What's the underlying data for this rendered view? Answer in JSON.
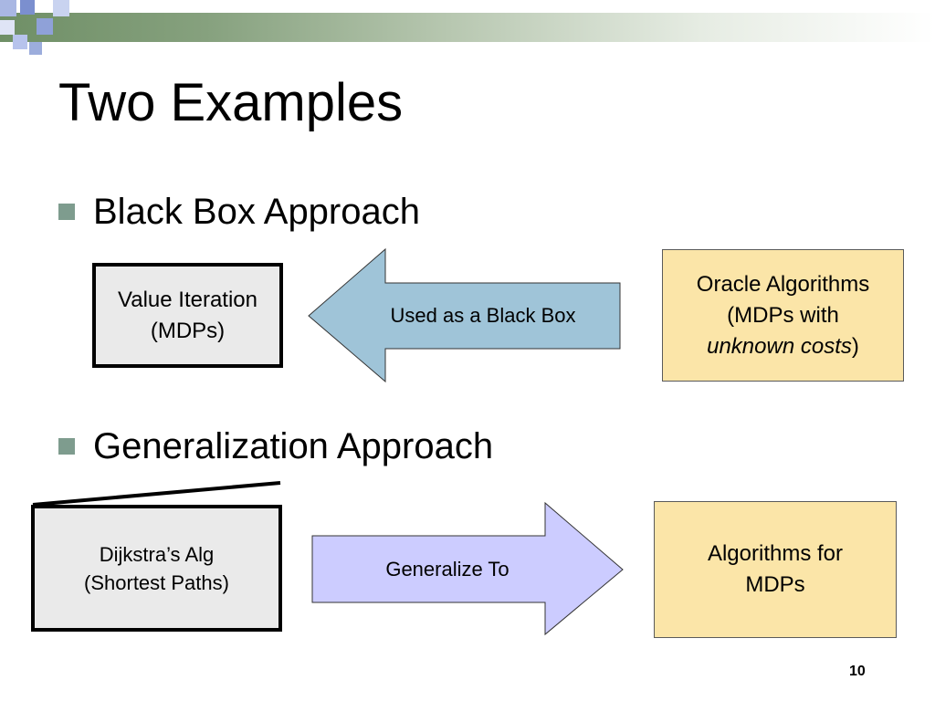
{
  "slide": {
    "title": "Two Examples",
    "page_number": "10"
  },
  "bullets": [
    {
      "label": "Black Box Approach",
      "source_box": {
        "line1": "Value Iteration",
        "line2": "(MDPs)"
      },
      "arrow_label": "Used as a Black Box",
      "target_box": {
        "line1": "Oracle Algorithms",
        "line2": "(MDPs with",
        "line3_italic": "unknown costs",
        "line3_suffix": ")"
      }
    },
    {
      "label": "Generalization Approach",
      "source_box": {
        "line1": "Dijkstra’s Alg",
        "line2": "(Shortest Paths)"
      },
      "arrow_label": "Generalize To",
      "target_box": {
        "line1": "Algorithms for",
        "line2": "MDPs"
      }
    }
  ],
  "colors": {
    "band_dark": "#6f8f66",
    "bullet_square": "#7e9c8e",
    "gray_box_fill": "#eaeaea",
    "tan_box_fill": "#fbe5a8",
    "left_arrow_fill": "#9fc4d8",
    "right_arrow_fill": "#ccccff"
  }
}
